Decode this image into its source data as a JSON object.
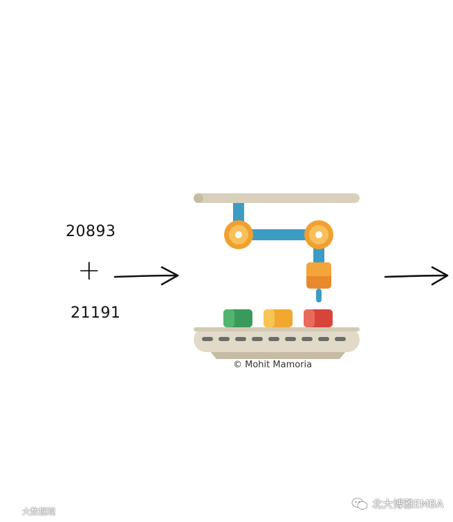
{
  "inputs": {
    "top_number": "20893",
    "operator": "+",
    "bottom_number": "21191"
  },
  "illustration": {
    "copyright": "© Mohit Mamoria",
    "block_colors": [
      "#3a9a5b",
      "#f0a830",
      "#d9443a"
    ],
    "arm_color": "#3d9cc3",
    "joint_color": "#f0a030",
    "rail_color": "#d9d0bc"
  },
  "watermarks": {
    "left": "大数据观",
    "right": "北大博雅EMBA"
  }
}
